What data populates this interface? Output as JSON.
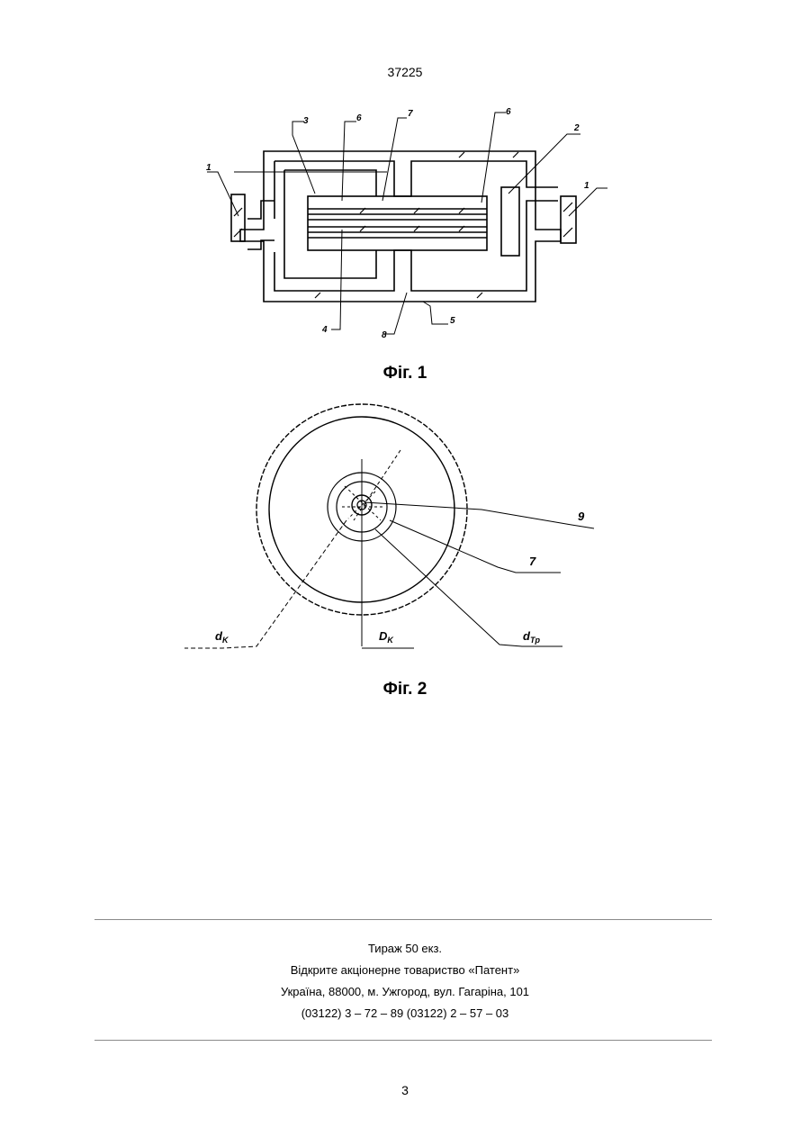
{
  "header": {
    "doc_number": "37225"
  },
  "figure1": {
    "caption": "Фіг. 1",
    "labels": {
      "l1_left": "1",
      "l1_right": "1",
      "l2": "2",
      "l3": "3",
      "l4": "4",
      "l5": "5",
      "l6_left": "6",
      "l6_right": "6",
      "l7": "7",
      "l8": "8"
    }
  },
  "figure2": {
    "caption": "Фіг. 2",
    "labels": {
      "l9": "9",
      "l7": "7",
      "dk": "d",
      "dk_sub": "K",
      "Dk": "D",
      "Dk_sub": "K",
      "dtr": "d",
      "dtr_sub": "Tp"
    }
  },
  "footer": {
    "line1": "Тираж 50 екз.",
    "line2": "Відкрите акціонерне товариство «Патент»",
    "line3": "Україна, 88000, м. Ужгород, вул. Гагаріна, 101",
    "line4": "(03122) 3 – 72 – 89   (03122) 2 – 57 – 03"
  },
  "page_number": "3"
}
